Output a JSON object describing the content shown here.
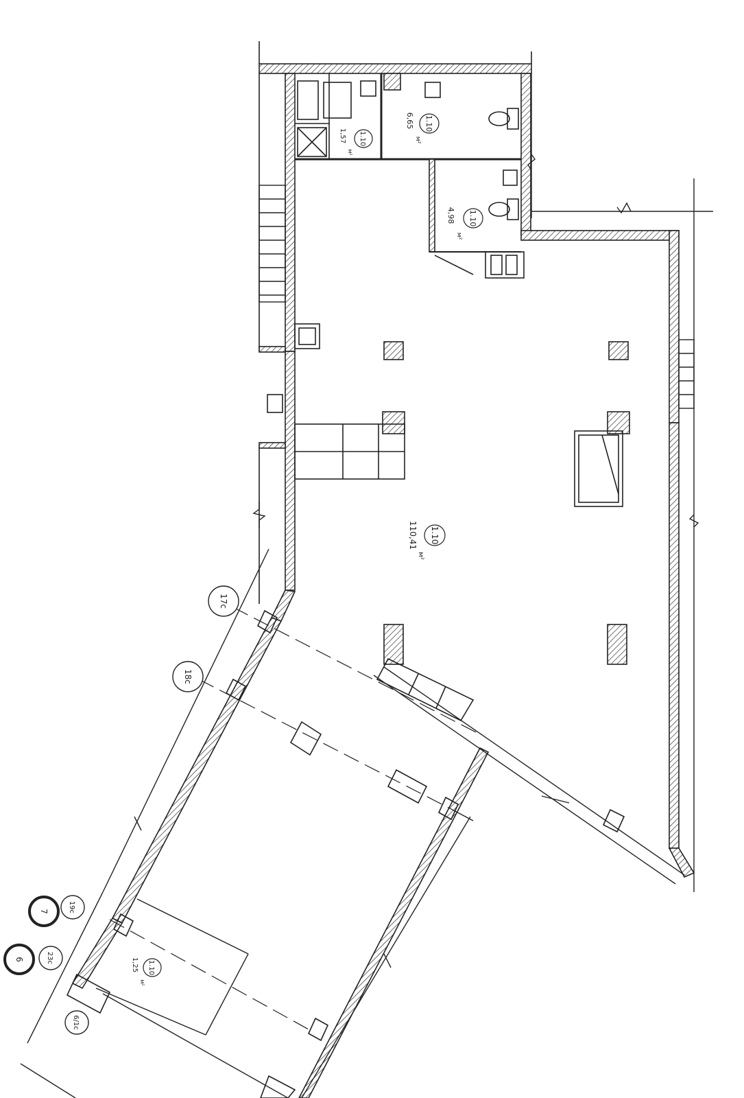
{
  "rooms": [
    {
      "num": "1.10",
      "area": "110,41",
      "unit": "м²"
    },
    {
      "num": "1.10",
      "area": "6,65",
      "unit": "м²"
    },
    {
      "num": "1.10",
      "area": "4,98",
      "unit": "м²"
    },
    {
      "num": "1.10",
      "area": "1,57",
      "unit": "м²"
    },
    {
      "num": "1.10",
      "area": "1,25",
      "unit": "м²"
    }
  ],
  "axes": [
    "17c",
    "18c",
    "19c",
    "23c",
    "6/1c"
  ],
  "sections": [
    "7",
    "6"
  ]
}
